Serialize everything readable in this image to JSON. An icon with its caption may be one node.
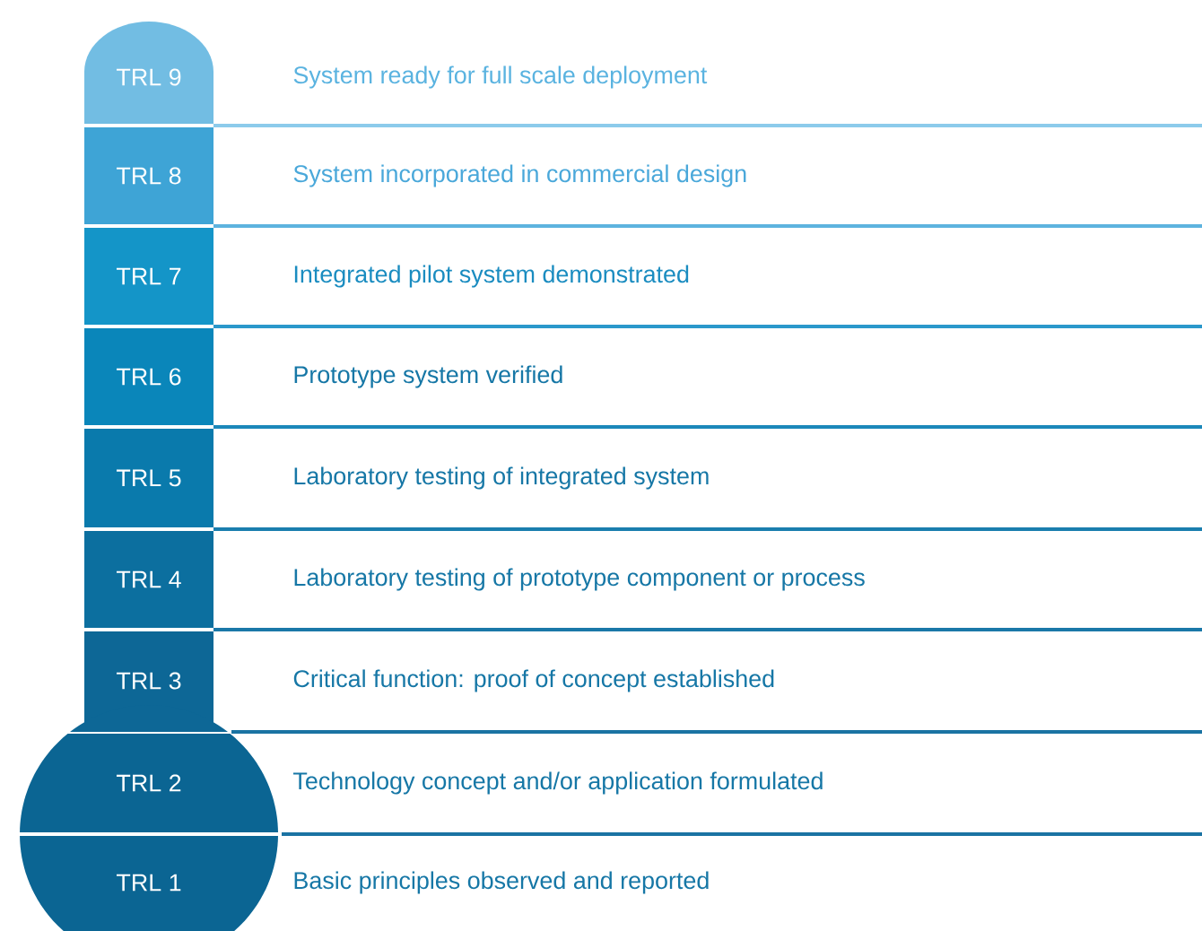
{
  "diagram": {
    "nodes": [
      {
        "text": [
          "TRL 9"
        ],
        "beside": [
          "System ready for full scale deployment"
        ]
      },
      {
        "text": [
          "TRL 8"
        ],
        "beside": [
          "System incorporated in commercial design"
        ]
      },
      {
        "text": [
          "TRL 7"
        ],
        "beside": [
          "Integrated pilot system demonstrated"
        ]
      },
      {
        "text": [
          "TRL 6"
        ],
        "beside": [
          "Prototype system verified"
        ]
      },
      {
        "text": [
          "TRL 5"
        ],
        "beside": [
          "Laboratory testing of integrated system"
        ]
      },
      {
        "text": [
          "TRL 4"
        ],
        "beside": [
          "Laboratory testing of prototype component or process"
        ]
      },
      {
        "text": [
          "TRL 3"
        ],
        "beside": [
          "Critical function: proof of concept established"
        ]
      },
      {
        "text": [
          "TRL 2"
        ],
        "beside": [
          "Technology concept and/or application formulated"
        ]
      },
      {
        "text": [
          "TRL 1"
        ],
        "beside": [
          "Basic principles observed and reported"
        ]
      }
    ]
  }
}
